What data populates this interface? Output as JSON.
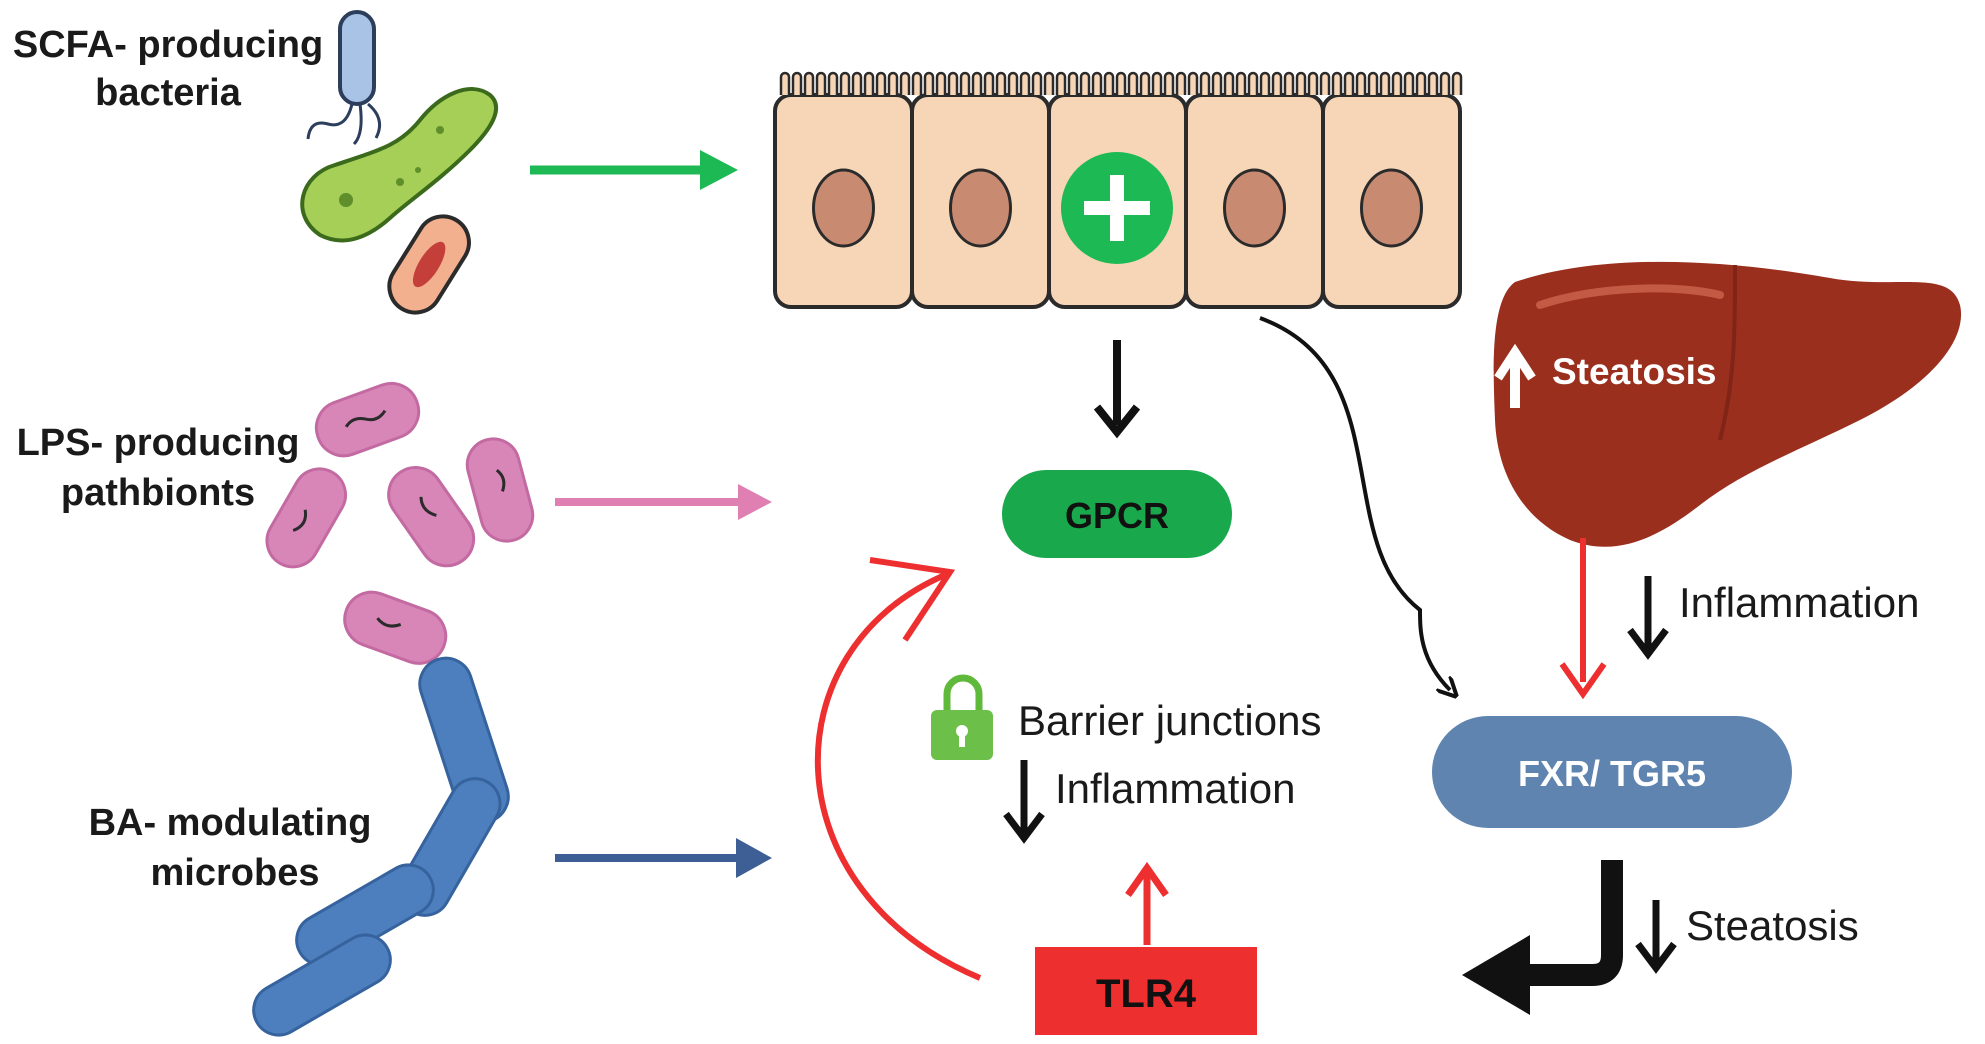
{
  "bacteria": {
    "scfa": {
      "line1": "SCFA- producing",
      "line2": "bacteria"
    },
    "lps": {
      "line1": "LPS- producing",
      "line2": "pathbionts"
    },
    "ba": {
      "line1": "BA- modulating",
      "line2": "microbes"
    }
  },
  "receptors": {
    "gpcr": "GPCR",
    "tlr4": "TLR4",
    "fxr": "FXR/ TGR5"
  },
  "liver": {
    "label": "Steatosis"
  },
  "effects": {
    "barrier": "Barrier junctions",
    "gut_inflammation": "Inflammation",
    "liver_inflammation": "Inflammation",
    "steatosis": "Steatosis"
  },
  "icons": [
    "bacteria-cluster-icon",
    "pink-rods-icon",
    "blue-rods-icon",
    "epithelium-icon",
    "plus-icon",
    "liver-icon",
    "padlock-icon",
    "up-arrow-icon",
    "down-arrow-icon"
  ],
  "colors": {
    "green": "#1db954",
    "pink": "#e07fb2",
    "blue_arrow": "#3e5f95",
    "red": "#ee2f2f",
    "gpcr_fill": "#19a94c",
    "fxr_fill": "#5f84b0",
    "tlr4_fill": "#ee2f2f",
    "liver": "#9b2f1e",
    "cell": "#f7d6b8",
    "nucleus": "#c98a72"
  }
}
